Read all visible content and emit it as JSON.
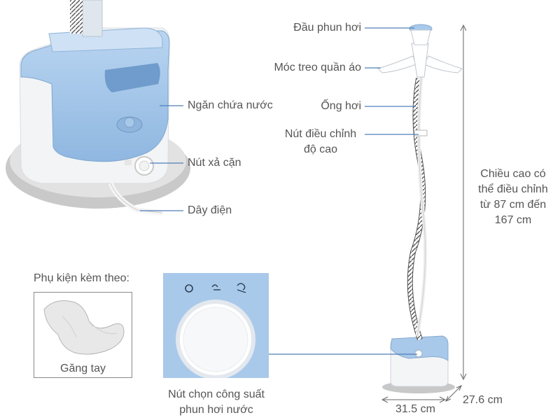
{
  "labels": {
    "spray_head": "Đầu phun hơi",
    "hanger": "Móc treo quần áo",
    "hose": "Ống hơi",
    "height_knob_1": "Nút điều chỉnh",
    "height_knob_2": "độ cao",
    "water_tank": "Ngăn chứa nước",
    "drain_knob": "Nút xả cặn",
    "power_cord": "Dây điện",
    "accessories": "Phụ kiện kèm theo:",
    "glove": "Găng tay",
    "power_selector_1": "Nút chọn công suất",
    "power_selector_2": "phun hơi nước",
    "height_range_1": "Chiều cao có",
    "height_range_2": "thể điều chỉnh",
    "height_range_3": "từ 87 cm đến",
    "height_range_4": "167 cm"
  },
  "dimensions": {
    "width": "31.5 cm",
    "depth": "27.6 cm"
  },
  "colors": {
    "body_blue": "#a9c9ea",
    "body_white": "#f4f6f8",
    "base_gray": "#c8c8c8",
    "line_blue": "#4f7fb8"
  }
}
